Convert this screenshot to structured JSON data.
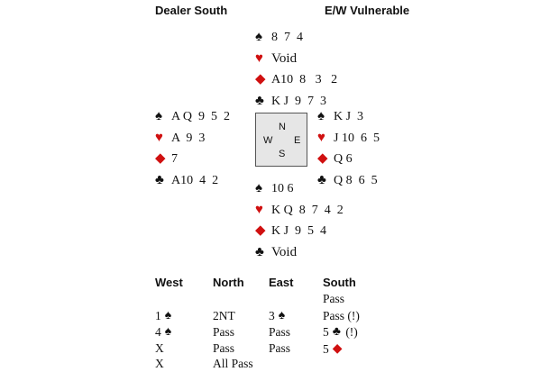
{
  "header": {
    "dealer": "Dealer South",
    "vulnerability": "E/W Vulnerable"
  },
  "compass": {
    "n": "N",
    "w": "W",
    "e": "E",
    "s": "S"
  },
  "hands": {
    "north": [
      {
        "suit": "spade",
        "glyph": "♠",
        "cards": "8  7  4"
      },
      {
        "suit": "heart",
        "glyph": "♥",
        "cards": "Void"
      },
      {
        "suit": "diamond",
        "glyph": "◆",
        "cards": "A10  8   3   2"
      },
      {
        "suit": "club",
        "glyph": "♣",
        "cards": "K J  9  7  3"
      }
    ],
    "west": [
      {
        "suit": "spade",
        "glyph": "♠",
        "cards": "A Q  9  5  2"
      },
      {
        "suit": "heart",
        "glyph": "♥",
        "cards": "A  9  3"
      },
      {
        "suit": "diamond",
        "glyph": "◆",
        "cards": "7"
      },
      {
        "suit": "club",
        "glyph": "♣",
        "cards": "A10  4  2"
      }
    ],
    "east": [
      {
        "suit": "spade",
        "glyph": "♠",
        "cards": "K J  3"
      },
      {
        "suit": "heart",
        "glyph": "♥",
        "cards": "J 10  6  5"
      },
      {
        "suit": "diamond",
        "glyph": "◆",
        "cards": "Q 6"
      },
      {
        "suit": "club",
        "glyph": "♣",
        "cards": "Q 8  6  5"
      }
    ],
    "south": [
      {
        "suit": "spade",
        "glyph": "♠",
        "cards": "10 6"
      },
      {
        "suit": "heart",
        "glyph": "♥",
        "cards": "K Q  8  7  4  2"
      },
      {
        "suit": "diamond",
        "glyph": "◆",
        "cards": "K J  9  5  4"
      },
      {
        "suit": "club",
        "glyph": "♣",
        "cards": "Void"
      }
    ]
  },
  "bidding": {
    "headers": {
      "west": "West",
      "north": "North",
      "east": "East",
      "south": "South"
    },
    "rows": [
      {
        "west": "",
        "north": "",
        "east": "",
        "south": "Pass"
      },
      {
        "west": "1",
        "west_suit": "♠",
        "north": "2NT",
        "east": "3",
        "east_suit": "♠",
        "south": "Pass (!)"
      },
      {
        "west": "4",
        "west_suit": "♠",
        "north": "Pass",
        "east": "Pass",
        "south": "5",
        "south_suit": "♣",
        "south_after": " (!)"
      },
      {
        "west": "X",
        "north": "Pass",
        "east": "Pass",
        "south": "5",
        "south_suit": "◆"
      },
      {
        "west": "X",
        "north": "All Pass",
        "east": "",
        "south": ""
      }
    ]
  },
  "colors": {
    "red_suit": "#d01010",
    "black_suit": "#111111",
    "compass_bg": "#e6e6e6"
  }
}
